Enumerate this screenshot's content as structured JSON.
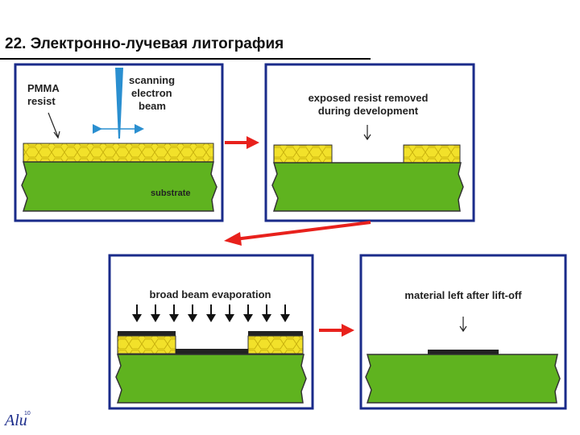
{
  "title": "22. Электронно-лучевая литография",
  "panels": [
    {
      "labels": {
        "resist": [
          "PMMA",
          "resist"
        ],
        "beam": [
          "scanning",
          "electron",
          "beam"
        ],
        "substrate": "substrate"
      }
    },
    {
      "caption": [
        "exposed resist removed",
        "during development"
      ]
    },
    {
      "caption": "broad beam evaporation"
    },
    {
      "caption": "material left after lift-off"
    }
  ],
  "logo": {
    "text": "Alu",
    "superscript": "10"
  },
  "colors": {
    "frame": "#1a2b8a",
    "substrate": "#5fb31f",
    "resist": "#f2e12a",
    "arrow": "#e8211c",
    "beam": "#2a8fd0",
    "metal": "#222222"
  }
}
